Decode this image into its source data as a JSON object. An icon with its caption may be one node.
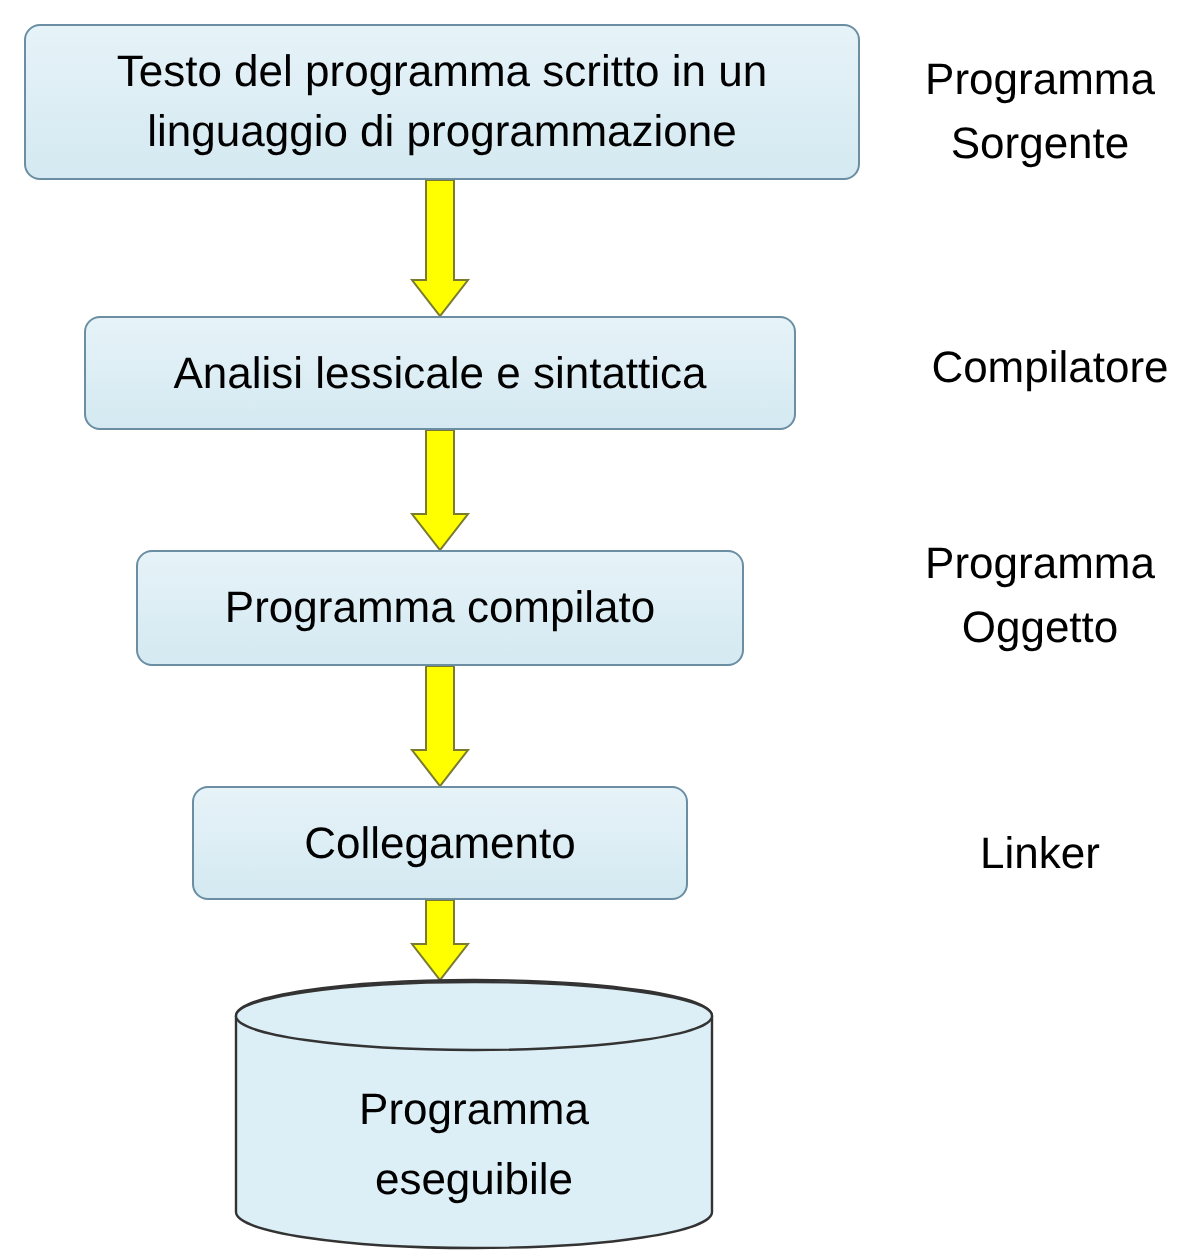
{
  "diagram": {
    "nodes": [
      {
        "text": [
          "Testo del programma scritto in un linguaggio di programmazione"
        ]
      },
      {
        "text": [
          "Analisi lessicale e sintattica"
        ]
      },
      {
        "text": [
          "Programma compilato"
        ]
      },
      {
        "text": [
          "Collegamento"
        ]
      },
      {
        "text": [
          "Programma eseguibile"
        ]
      }
    ],
    "edges": [
      {
        "from": 0,
        "to": 1,
        "arrow": "to"
      },
      {
        "from": 1,
        "to": 2,
        "arrow": "to"
      },
      {
        "from": 2,
        "to": 3,
        "arrow": "to"
      },
      {
        "from": 3,
        "to": 4,
        "arrow": "to"
      }
    ],
    "labels": [
      "Programma Sorgente",
      "Compilatore",
      "Programma Oggetto",
      "Linker"
    ]
  }
}
